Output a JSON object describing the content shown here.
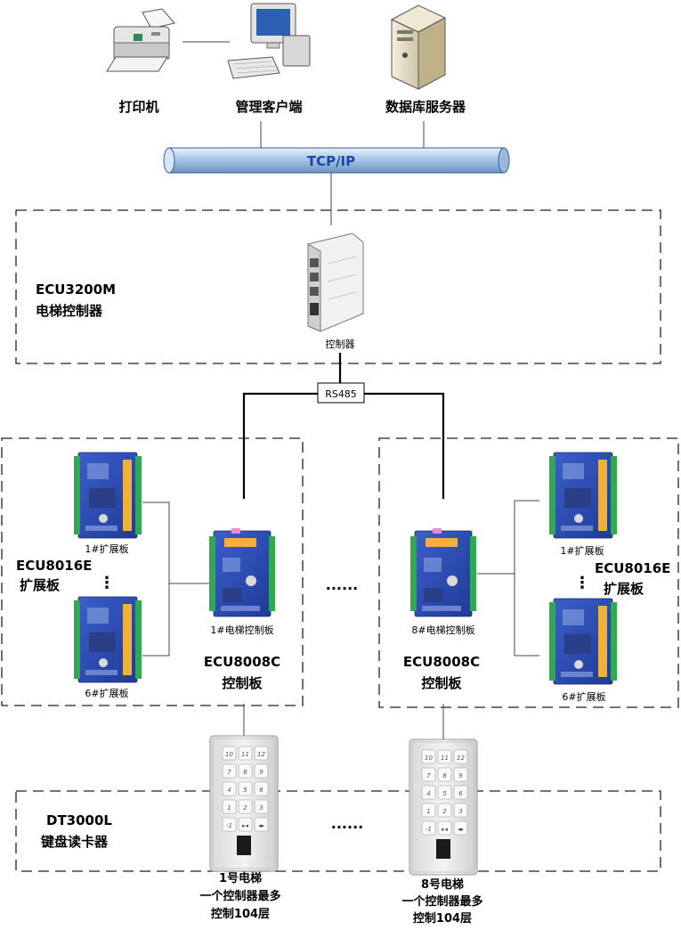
{
  "devices": {
    "printer": "打印机",
    "client": "管理客户端",
    "db_server": "数据库服务器"
  },
  "network": {
    "label": "TCP/IP"
  },
  "controller_group": {
    "model": "ECU3200M",
    "name": "电梯控制器",
    "device_label": "控制器"
  },
  "bus": {
    "label": "RS485"
  },
  "left_group": {
    "ext_model": "ECU8016E",
    "ext_name": "扩展板",
    "ext_board_1": "1#扩展板",
    "ext_board_6": "6#扩展板",
    "ctrl_board_label": "1#电梯控制板",
    "ctrl_model": "ECU8008C",
    "ctrl_name": "控制板"
  },
  "right_group": {
    "ext_model": "ECU8016E",
    "ext_name": "扩展板",
    "ext_board_1": "1#扩展板",
    "ext_board_6": "6#扩展板",
    "ctrl_board_label": "8#电梯控制板",
    "ctrl_model": "ECU8008C",
    "ctrl_name": "控制板"
  },
  "reader_group": {
    "model": "DT3000L",
    "name": "键盘读卡器"
  },
  "keypad_keys": [
    "10",
    "11",
    "12",
    "7",
    "8",
    "9",
    "4",
    "5",
    "6",
    "1",
    "2",
    "3",
    "-1",
    "▸◂",
    "◂▸"
  ],
  "elevators": [
    {
      "line1": "1号电梯",
      "line2": "一个控制器最多",
      "line3": "控制104层"
    },
    {
      "line1": "8号电梯",
      "line2": "一个控制器最多",
      "line3": "控制104层"
    }
  ],
  "ellipsis": "......"
}
